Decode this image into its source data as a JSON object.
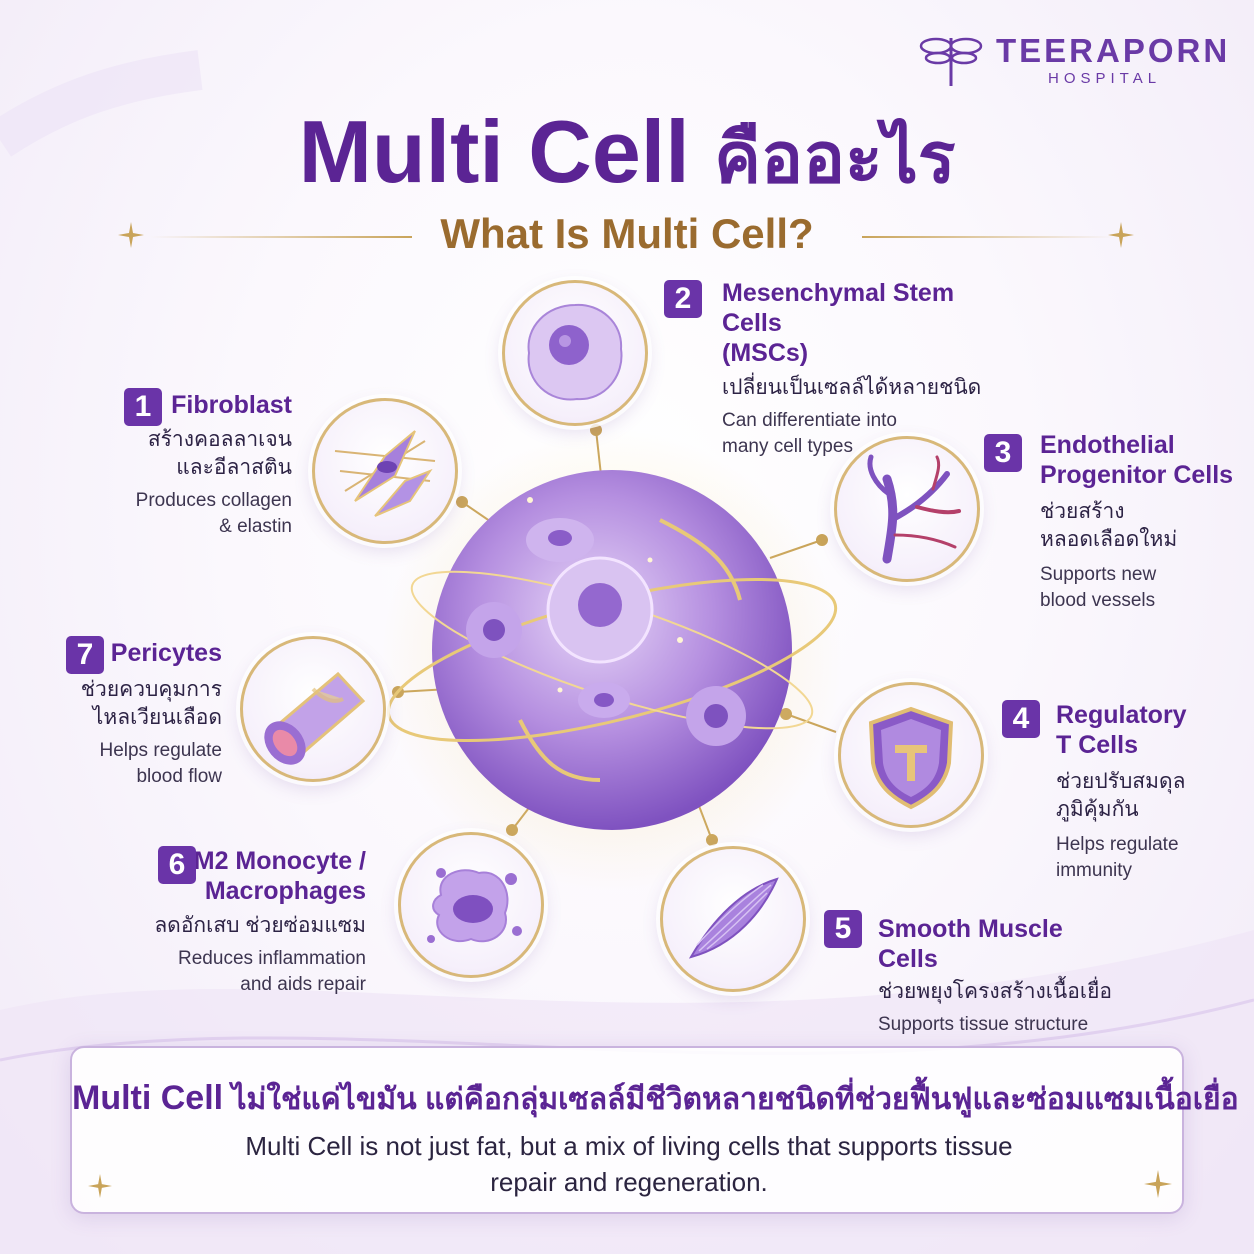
{
  "brand": {
    "name": "TEERAPORN",
    "subtitle": "HOSPITAL",
    "accent": "#5b2494",
    "gold": "#c9a45a"
  },
  "header": {
    "title_en": "Multi Cell",
    "title_th": "คืออะไร",
    "subtitle": "What Is Multi Cell?"
  },
  "cells": [
    {
      "number": "1",
      "name_lines": [
        "Fibroblast"
      ],
      "thai_lines": [
        "สร้างคอลลาเจน",
        "และอีลาสติน"
      ],
      "en_lines": [
        "Produces collagen",
        "& elastin"
      ],
      "icon": "fibroblast-icon"
    },
    {
      "number": "2",
      "name_lines": [
        "Mesenchymal Stem Cells",
        "(MSCs)"
      ],
      "thai_lines": [
        "เปลี่ยนเป็นเซลล์ได้หลายชนิด"
      ],
      "en_lines": [
        "Can differentiate into",
        "many cell types"
      ],
      "icon": "stem-cell-icon"
    },
    {
      "number": "3",
      "name_lines": [
        "Endothelial",
        "Progenitor Cells"
      ],
      "thai_lines": [
        "ช่วยสร้าง",
        "หลอดเลือดใหม่"
      ],
      "en_lines": [
        "Supports new",
        "blood vessels"
      ],
      "icon": "blood-vessel-icon"
    },
    {
      "number": "4",
      "name_lines": [
        "Regulatory",
        "T Cells"
      ],
      "thai_lines": [
        "ช่วยปรับสมดุล",
        "ภูมิคุ้มกัน"
      ],
      "en_lines": [
        "Helps regulate",
        "immunity"
      ],
      "icon": "shield-icon"
    },
    {
      "number": "5",
      "name_lines": [
        "Smooth Muscle Cells"
      ],
      "thai_lines": [
        "ช่วยพยุงโครงสร้างเนื้อเยื่อ"
      ],
      "en_lines": [
        "Supports tissue structure"
      ],
      "icon": "muscle-fiber-icon"
    },
    {
      "number": "6",
      "name_lines": [
        "M2 Monocyte /",
        "Macrophages"
      ],
      "thai_lines": [
        "ลดอักเสบ ช่วยซ่อมแซม"
      ],
      "en_lines": [
        "Reduces inflammation",
        "and aids repair"
      ],
      "icon": "macrophage-icon"
    },
    {
      "number": "7",
      "name_lines": [
        "Pericytes"
      ],
      "thai_lines": [
        "ช่วยควบคุมการ",
        "ไหลเวียนเลือด"
      ],
      "en_lines": [
        "Helps regulate",
        "blood flow"
      ],
      "icon": "vessel-tube-icon"
    }
  ],
  "summary": {
    "head_en": "Multi Cell",
    "head_th": "ไม่ใช่แค่ไขมัน แต่คือกลุ่มเซลล์มีชีวิตหลายชนิดที่ช่วยฟื้นฟูและซ่อมแซมเนื้อเยื่อ",
    "body_lines": [
      "Multi Cell is not just fat, but a mix of living cells that supports tissue",
      "repair and regeneration."
    ]
  }
}
